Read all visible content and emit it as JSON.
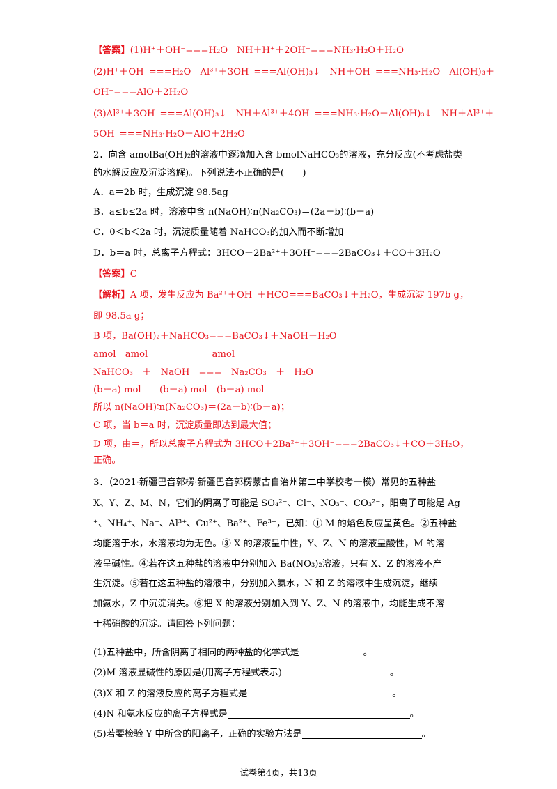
{
  "answer_block": {
    "label": "【答案】",
    "lines": [
      "(1)H⁺＋OH⁻===H₂O　NH＋H⁺＋2OH⁻===NH₃·H₂O＋H₂O",
      "(2)H⁺＋OH⁻===H₂O　Al³⁺＋3OH⁻===Al(OH)₃↓　NH＋OH⁻===NH₃·H₂O　Al(OH)₃＋",
      "OH⁻===AlO＋2H₂O",
      "(3)Al³⁺＋3OH⁻===Al(OH)₃↓　NH＋Al³⁺＋4OH⁻===NH₃·H₂O＋Al(OH)₃↓　NH＋Al³⁺＋",
      "5OH⁻===NH₃·H₂O＋AlO＋2H₂O"
    ]
  },
  "question2": {
    "stem": [
      "2．向含 amolBa(OH)₂的溶液中逐滴加入含 bmolNaHCO₃的溶液，充分反应(不考虑盐类",
      "的水解反应及沉淀溶解)。下列说法不正确的是(　　)"
    ],
    "options": [
      "A．a＝2b 时，生成沉淀 98.5ag",
      "B．a≤b≤2a 时，溶液中含 n(NaOH)∶n(Na₂CO₃)＝(2a－b)∶(b－a)",
      "C．0＜b＜2a 时，沉淀质量随着 NaHCO₃的加入而不断增加",
      "D．b＝a 时，总离子方程式：3HCO＋2Ba²⁺＋3OH⁻===2BaCO₃↓＋CO＋3H₂O"
    ],
    "answer_label": "【答案】",
    "answer_value": "C",
    "analysis_label": "【解析】",
    "analysis_lines": [
      "A 项，发生反应为 Ba²⁺＋OH⁻＋HCO===BaCO₃↓＋H₂O，生成沉淀 197b g，",
      "即 98.5a g；",
      "B 项，Ba(OH)₂＋NaHCO₃===BaCO₃↓＋NaOH＋H₂O",
      "amol　amol　　　　　　　amol",
      "NaHCO₃　＋　NaOH　===　Na₂CO₃　＋　H₂O",
      "(b－a) mol　　(b－a) mol　(b－a) mol",
      "所以 n(NaOH)∶n(Na₂CO₃)＝(2a－b)∶(b－a)；",
      "C 项，当 b＝a 时，沉淀质量即达到最大值；",
      "D 项，由＝，所以总离子方程式为 3HCO＋2Ba²⁺＋3OH⁻===2BaCO₃↓＋CO＋3H₂O，",
      "正确。"
    ]
  },
  "question3": {
    "stem": [
      "3．（2021·新疆巴音郭楞·新疆巴音郭楞蒙古自治州第二中学校考一模）常见的五种盐",
      "X、Y、Z、M、N，它们的阴离子可能是 SO₄²⁻、Cl⁻、NO₃⁻、CO₃²⁻，阳离子可能是 Ag",
      "⁺、NH₄⁺、Na⁺、Al³⁺、Cu²⁺、Ba²⁺、Fe³⁺，已知：① M 的焰色反应呈黄色。②五种盐",
      "均能溶于水，水溶液均为无色。③ X 的溶液呈中性，Y、Z、N 的溶液呈酸性，M 的溶",
      "液呈碱性。④若在这五种盐的溶液中分别加入 Ba(NO₃)₂溶液，只有 X、Z 的溶液不产",
      "生沉淀。⑤若在这五种盐的溶液中，分别加入氨水，N 和 Z 的溶液中生成沉淀，继续",
      "加氨水，Z 中沉淀消失。⑥把 X 的溶液分别加入到 Y、Z、N 的溶液中，均能生成不溶",
      "于稀硝酸的沉淀。请回答下列问题："
    ],
    "subquestions": [
      {
        "text": "(1)五种盐中，所含阴离子相同的两种盐的化学式是",
        "end": "。"
      },
      {
        "text": "(2)M 溶液显碱性的原因是(用离子方程式表示)",
        "end": "。"
      },
      {
        "text": "(3)X 和 Z 的溶液反应的离子方程式是",
        "end": "。"
      },
      {
        "text": "(4)N 和氨水反应的离子方程式是",
        "end": "。"
      },
      {
        "text": "(5)若要检验 Y 中所含的阳离子，正确的实验方法是",
        "end": "。"
      }
    ]
  },
  "footer": "试卷第4页，共13页"
}
